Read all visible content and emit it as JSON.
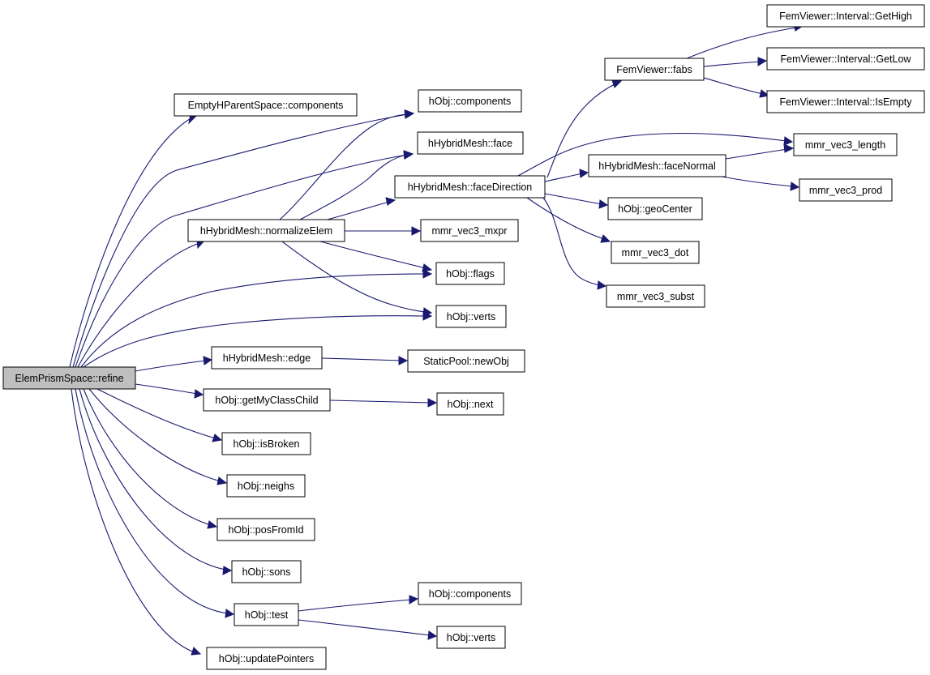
{
  "colors": {
    "edge": "#191970",
    "root_fill": "#bfbfbf",
    "node_fill": "#ffffff",
    "node_border": "#000000"
  },
  "nodes": {
    "n_root": "ElemPrismSpace::refine",
    "n_ehps": "EmptyHParentSpace::components",
    "n_comp1": "hObj::components",
    "n_face": "hHybridMesh::face",
    "n_facedir": "hHybridMesh::faceDirection",
    "n_norm": "hHybridMesh::normalizeElem",
    "n_mxpr": "mmr_vec3_mxpr",
    "n_flags": "hObj::flags",
    "n_verts1": "hObj::verts",
    "n_edge": "hHybridMesh::edge",
    "n_newobj": "StaticPool::newObj",
    "n_getmy": "hObj::getMyClassChild",
    "n_next": "hObj::next",
    "n_broken": "hObj::isBroken",
    "n_neighs": "hObj::neighs",
    "n_posid": "hObj::posFromId",
    "n_sons": "hObj::sons",
    "n_test": "hObj::test",
    "n_comp2": "hObj::components",
    "n_verts2": "hObj::verts",
    "n_update": "hObj::updatePointers",
    "n_fabs": "FemViewer::fabs",
    "n_gethigh": "FemViewer::Interval::GetHigh",
    "n_getlow": "FemViewer::Interval::GetLow",
    "n_isempty": "FemViewer::Interval::IsEmpty",
    "n_length": "mmr_vec3_length",
    "n_facenorm": "hHybridMesh::faceNormal",
    "n_prod": "mmr_vec3_prod",
    "n_geocenter": "hObj::geoCenter",
    "n_dot": "mmr_vec3_dot",
    "n_subst": "mmr_vec3_subst"
  }
}
